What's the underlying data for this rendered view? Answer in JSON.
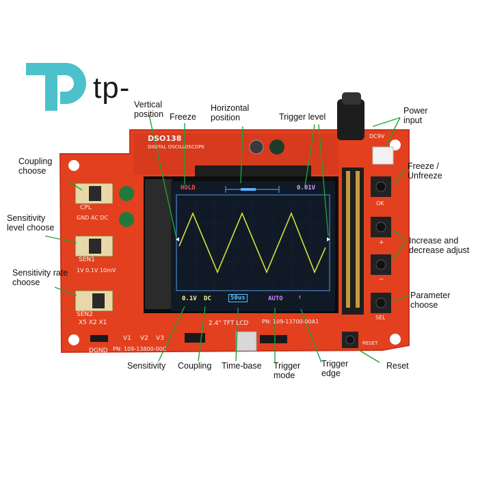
{
  "brand": {
    "logo_text": "tp-",
    "logo_color": "#4cc1cc"
  },
  "board": {
    "model": "DSO138",
    "subtitle": "DIGITAL OSCILLOSCOPE",
    "lcd_label": "2.4\" TFT LCD",
    "pn_lcd": "PN: 109-13700-00A1",
    "pn_board": "PN: 109-13800-00C",
    "power_label": "DC9V",
    "switches": {
      "coupling": {
        "tag": "CPL",
        "positions": "GND  AC  DC"
      },
      "sensitivity": {
        "tag": "SEN1",
        "positions": "1V  0.1V  10mV"
      },
      "rate": {
        "tag": "SEN2",
        "positions": "X5   X2   X1"
      }
    },
    "buttons": {
      "ok": "OK",
      "plus": "+",
      "minus": "−",
      "sel": "SEL"
    },
    "pins": {
      "v1": "V1",
      "v2": "V2",
      "v3": "V3",
      "dgnd": "DGND",
      "reset": "RESET"
    },
    "colors": {
      "pcb": "#e2401f",
      "screen_bg": "#101a26",
      "trace": "#d6e23a"
    }
  },
  "screen": {
    "hold": "HOLD",
    "trigger_level": "0.01V",
    "sensitivity": "0.1V",
    "coupling": "DC",
    "timebase": "50us",
    "trigger_mode": "AUTO",
    "trigger_edge": "↿"
  },
  "callouts": {
    "vertical_position": "Vertical\nposition",
    "freeze": "Freeze",
    "horizontal_position": "Horizontal\nposition",
    "trigger_level": "Trigger level",
    "power_input": "Power\ninput",
    "coupling_choose": "Coupling\nchoose",
    "freeze_unfreeze": "Freeze /\nUnfreeze",
    "sensitivity_level_choose": "Sensitivity\nlevel choose",
    "increase_decrease": "Increase and\ndecrease adjust",
    "sensitivity_rate_choose": "Sensitivity rate\nchoose",
    "parameter_choose": "Parameter\nchoose",
    "sensitivity": "Sensitivity",
    "coupling": "Coupling",
    "time_base": "Time-base",
    "trigger_mode": "Trigger\nmode",
    "trigger_edge": "Trigger\nedge",
    "reset": "Reset"
  }
}
